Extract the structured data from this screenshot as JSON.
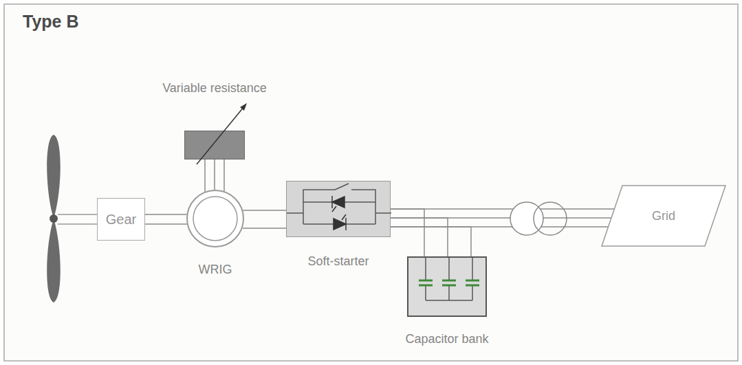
{
  "diagram": {
    "title": "Type B",
    "nodes": [
      {
        "text": [
          "Gear"
        ]
      },
      {
        "text": [
          "Variable resistance"
        ]
      },
      {
        "text": [
          "WRIG"
        ]
      },
      {
        "text": [
          "Soft-starter"
        ]
      },
      {
        "text": [
          "Capacitor bank"
        ]
      },
      {
        "text": [
          "Grid"
        ]
      }
    ],
    "edges": [
      {
        "from": 0,
        "to": 2,
        "arrow": "none"
      },
      {
        "from": 1,
        "to": 2,
        "arrow": "none"
      },
      {
        "from": 2,
        "to": 3,
        "arrow": "none"
      },
      {
        "from": 3,
        "to": 4,
        "arrow": "none"
      },
      {
        "from": 3,
        "to": 5,
        "arrow": "none"
      }
    ]
  }
}
